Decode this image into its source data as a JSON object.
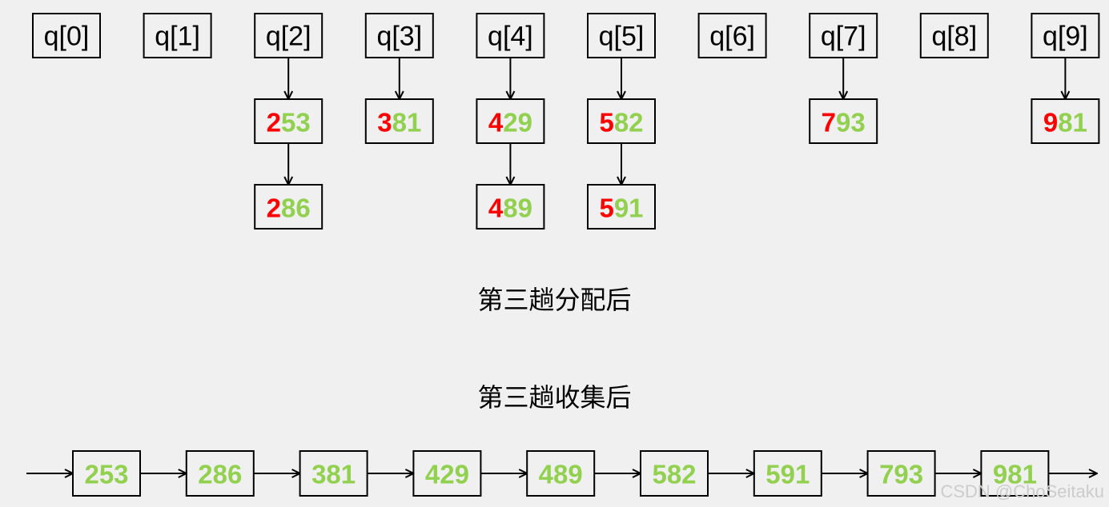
{
  "queues": [
    {
      "label": "q[0]",
      "items": []
    },
    {
      "label": "q[1]",
      "items": []
    },
    {
      "label": "q[2]",
      "items": [
        {
          "head": "2",
          "tail": "53"
        },
        {
          "head": "2",
          "tail": "86"
        }
      ]
    },
    {
      "label": "q[3]",
      "items": [
        {
          "head": "3",
          "tail": "81"
        }
      ]
    },
    {
      "label": "q[4]",
      "items": [
        {
          "head": "4",
          "tail": "29"
        },
        {
          "head": "4",
          "tail": "89"
        }
      ]
    },
    {
      "label": "q[5]",
      "items": [
        {
          "head": "5",
          "tail": "82"
        },
        {
          "head": "5",
          "tail": "91"
        }
      ]
    },
    {
      "label": "q[6]",
      "items": []
    },
    {
      "label": "q[7]",
      "items": [
        {
          "head": "7",
          "tail": "93"
        }
      ]
    },
    {
      "label": "q[8]",
      "items": []
    },
    {
      "label": "q[9]",
      "items": [
        {
          "head": "9",
          "tail": "81"
        }
      ]
    }
  ],
  "caption_distribute": "第三趟分配后",
  "caption_collect": "第三趟收集后",
  "collected": [
    "253",
    "286",
    "381",
    "429",
    "489",
    "582",
    "591",
    "793",
    "981"
  ],
  "watermark": "CSDN @ChoSeitaku",
  "colors": {
    "current_digit": "#ff0000",
    "other_digits": "#92d050",
    "line": "#000000"
  }
}
